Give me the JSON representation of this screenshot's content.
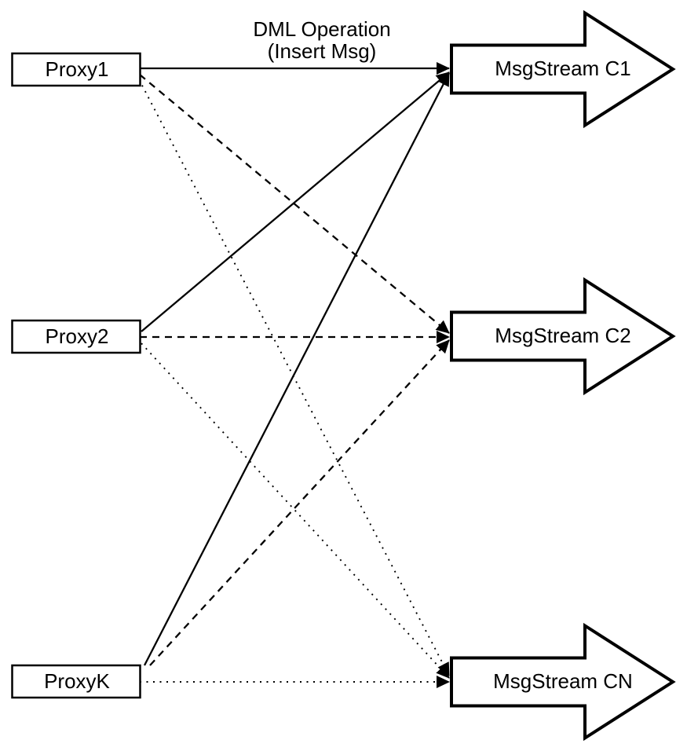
{
  "diagram": {
    "caption": {
      "line1": "DML Operation",
      "line2": "(Insert Msg)"
    },
    "proxies": [
      {
        "id": "proxy1",
        "label": "Proxy1"
      },
      {
        "id": "proxy2",
        "label": "Proxy2"
      },
      {
        "id": "proxyk",
        "label": "ProxyK"
      }
    ],
    "streams": [
      {
        "id": "msgstream-c1",
        "label": "MsgStream C1"
      },
      {
        "id": "msgstream-c2",
        "label": "MsgStream C2"
      },
      {
        "id": "msgstream-cn",
        "label": "MsgStream CN"
      }
    ],
    "edges": [
      {
        "from": "Proxy1",
        "to": "MsgStream C1",
        "style": "solid"
      },
      {
        "from": "Proxy1",
        "to": "MsgStream C2",
        "style": "dashed"
      },
      {
        "from": "Proxy1",
        "to": "MsgStream CN",
        "style": "dotted"
      },
      {
        "from": "Proxy2",
        "to": "MsgStream C1",
        "style": "solid"
      },
      {
        "from": "Proxy2",
        "to": "MsgStream C2",
        "style": "dashed"
      },
      {
        "from": "Proxy2",
        "to": "MsgStream CN",
        "style": "dotted"
      },
      {
        "from": "ProxyK",
        "to": "MsgStream C1",
        "style": "solid"
      },
      {
        "from": "ProxyK",
        "to": "MsgStream C2",
        "style": "dashed"
      },
      {
        "from": "ProxyK",
        "to": "MsgStream CN",
        "style": "dotted"
      }
    ],
    "colors": {
      "stroke": "#000000",
      "fill": "#ffffff",
      "background": "#ffffff"
    }
  }
}
